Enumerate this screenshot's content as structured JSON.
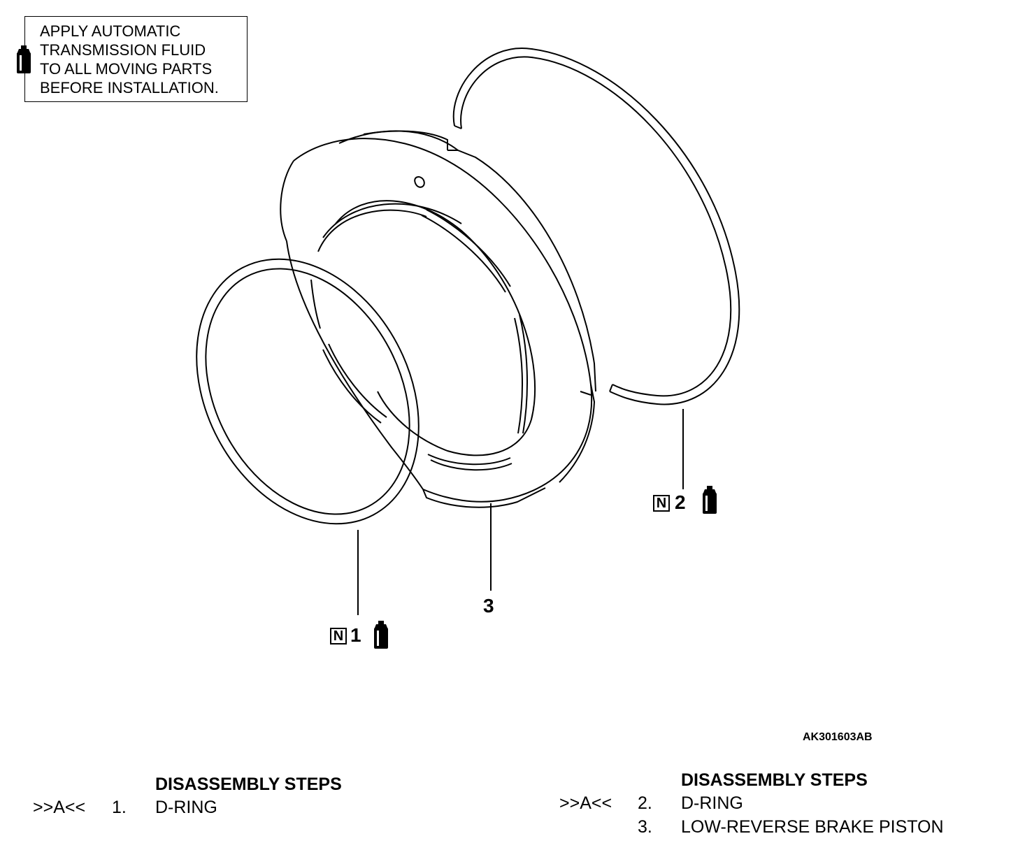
{
  "note": {
    "lines": [
      "APPLY AUTOMATIC",
      "TRANSMISSION FLUID",
      "TO ALL MOVING PARTS",
      "BEFORE INSTALLATION."
    ]
  },
  "callouts": [
    {
      "number": "1",
      "badge": "N",
      "fluid_icon": "fluid-bottle-icon"
    },
    {
      "number": "2",
      "badge": "N",
      "fluid_icon": "fluid-bottle-icon"
    },
    {
      "number": "3"
    }
  ],
  "ref_code": "AK301603AB",
  "steps": {
    "left": {
      "title": "DISASSEMBLY STEPS",
      "rows": [
        {
          "marker": ">>A<<",
          "num": "1.",
          "label": "D-RING"
        }
      ]
    },
    "right": {
      "title": "DISASSEMBLY STEPS",
      "rows": [
        {
          "marker": ">>A<<",
          "num": "2.",
          "label": "D-RING"
        },
        {
          "marker": "",
          "num": "3.",
          "label": "LOW-REVERSE BRAKE PISTON"
        }
      ]
    }
  }
}
